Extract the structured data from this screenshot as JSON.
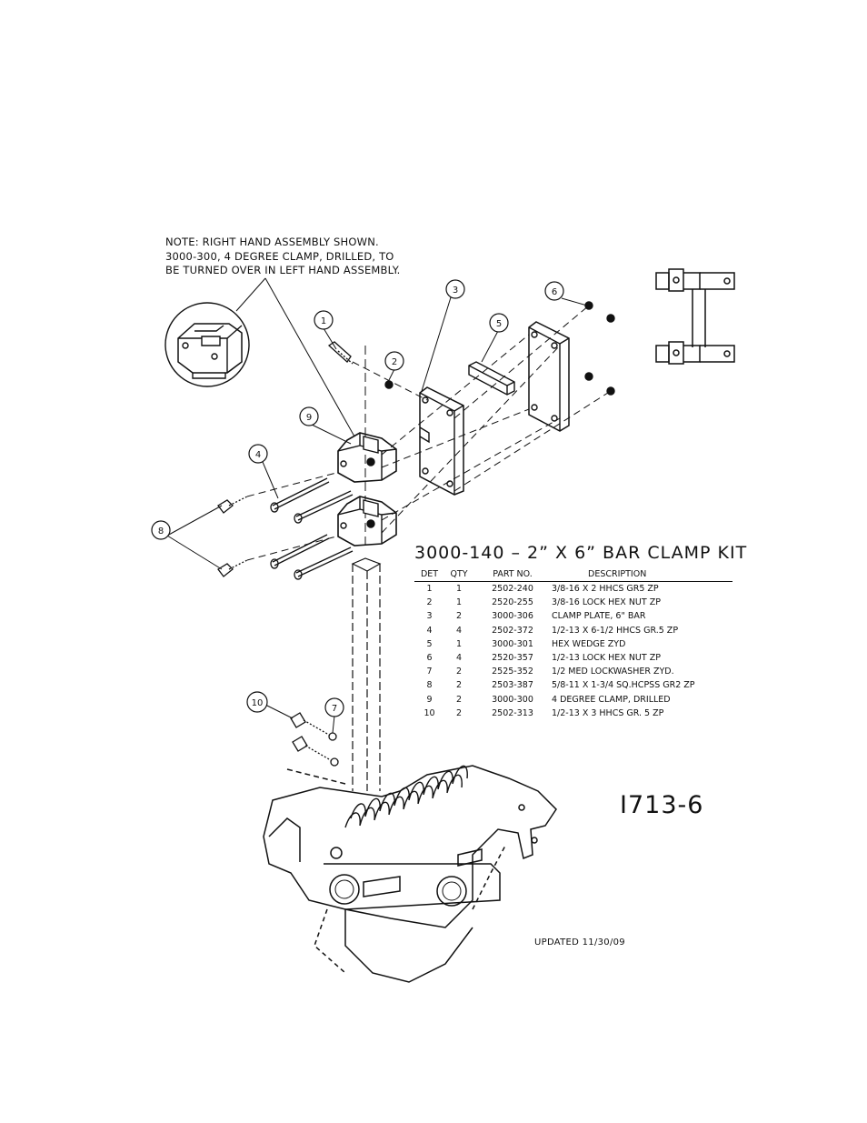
{
  "note": {
    "lines": [
      "NOTE: RIGHT HAND ASSEMBLY SHOWN.",
      "3000-300, 4 DEGREE CLAMP, DRILLED, TO",
      "BE TURNED OVER IN LEFT HAND ASSEMBLY."
    ]
  },
  "kit_title": "3000-140  –  2” X 6” BAR CLAMP KIT",
  "parts_table": {
    "headers": [
      "DET",
      "QTY",
      "PART NO.",
      "DESCRIPTION"
    ],
    "rows": [
      [
        "1",
        "1",
        "2502-240",
        "3/8-16 X 2 HHCS GR5 ZP"
      ],
      [
        "2",
        "1",
        "2520-255",
        "3/8-16 LOCK HEX NUT ZP"
      ],
      [
        "3",
        "2",
        "3000-306",
        "CLAMP PLATE, 6\" BAR"
      ],
      [
        "4",
        "4",
        "2502-372",
        "1/2-13 X 6-1/2 HHCS GR.5 ZP"
      ],
      [
        "5",
        "1",
        "3000-301",
        "HEX WEDGE ZYD"
      ],
      [
        "6",
        "4",
        "2520-357",
        "1/2-13 LOCK HEX NUT ZP"
      ],
      [
        "7",
        "2",
        "2525-352",
        "1/2 MED LOCKWASHER ZYD."
      ],
      [
        "8",
        "2",
        "2503-387",
        "5/8-11 X 1-3/4 SQ.HCPSS GR2 ZP"
      ],
      [
        "9",
        "2",
        "3000-300",
        "4 DEGREE CLAMP, DRILLED"
      ],
      [
        "10",
        "2",
        "2502-313",
        "1/2-13 X 3 HHCS GR. 5 ZP"
      ]
    ]
  },
  "balloons": [
    "1",
    "2",
    "3",
    "4",
    "5",
    "6",
    "7",
    "8",
    "9",
    "10"
  ],
  "drawing_number": "I713-6",
  "updated": "UPDATED 11/30/09"
}
